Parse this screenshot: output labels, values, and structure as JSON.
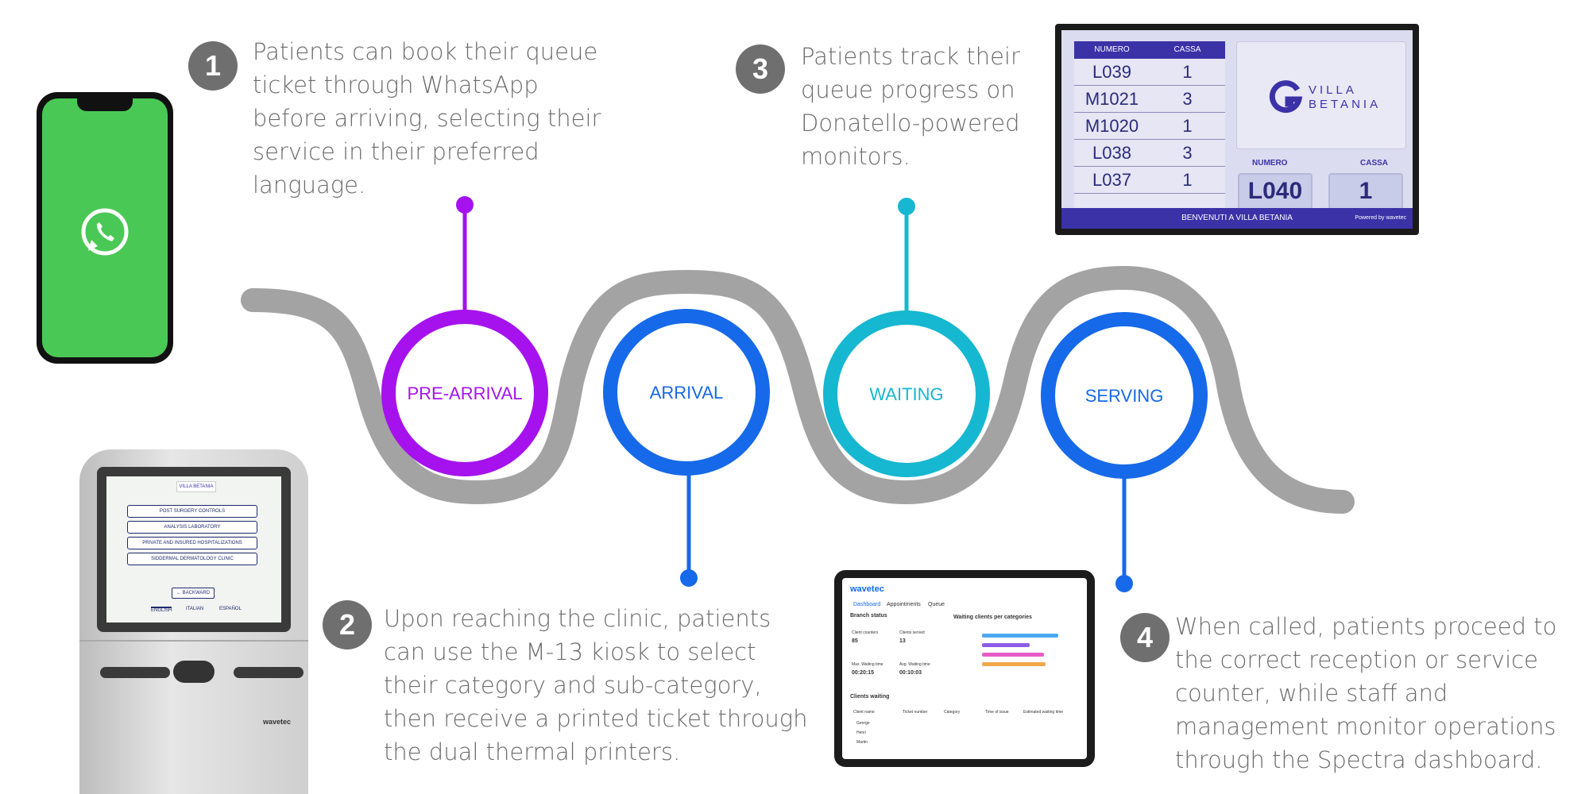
{
  "steps": [
    {
      "number": "1",
      "text": "Patients can book their queue ticket through WhatsApp before arriving, selecting their service in their preferred language."
    },
    {
      "number": "2",
      "text": "Upon reaching the clinic, patients can use the M-13 kiosk to select their category and sub-category, then receive a printed ticket through the dual thermal printers."
    },
    {
      "number": "3",
      "text": "Patients track their queue progress on Donatello-powered monitors."
    },
    {
      "number": "4",
      "text": "When called, patients proceed to the correct reception or service counter, while staff and management monitor operations through the Spectra dashboard."
    }
  ],
  "stages": [
    {
      "label": "PRE-ARRIVAL",
      "color": "#a512ee"
    },
    {
      "label": "ARRIVAL",
      "color": "#1669e8"
    },
    {
      "label": "WAITING",
      "color": "#16b7d0"
    },
    {
      "label": "SERVING",
      "color": "#1669e8"
    }
  ],
  "colors": {
    "path": "#a3a3a3",
    "badge": "#6f6f6f",
    "text": "#6b6b6b"
  },
  "phone": {
    "icon": "whatsapp-icon"
  },
  "monitor": {
    "head": [
      "NUMERO",
      "CASSA"
    ],
    "rows": [
      [
        "L039",
        "1"
      ],
      [
        "M1021",
        "3"
      ],
      [
        "M1020",
        "1"
      ],
      [
        "L038",
        "3"
      ],
      [
        "L037",
        "1"
      ]
    ],
    "brand_line1": "VILLA",
    "brand_line2": "BETANIA",
    "current_numero_label": "NUMERO",
    "current_cassa_label": "CASSA",
    "current_numero": "L040",
    "current_cassa": "1",
    "footer": "BENVENUTI A VILLA BETANIA",
    "powered": "Powered by wavetec"
  },
  "kiosk": {
    "brand": "VILLA BETANIA",
    "options": [
      "POST SURGERY CONTROLS",
      "ANALYSIS LABORATORY",
      "PRIVATE AND INSURED HOSPITALIZATIONS",
      "SIDDERMAL DERMATOLOGY CLINIC"
    ],
    "back": "BACKWARD",
    "languages": [
      "ENGLISH",
      "ITALIAN",
      "ESPAÑOL"
    ],
    "maker": "wavetec"
  },
  "tablet": {
    "brand": "wavetec",
    "tabs": [
      "Dashboard",
      "Appointments",
      "Queue"
    ],
    "branch_status": "Branch status",
    "waiting_title": "Waiting clients per categories",
    "metrics": [
      {
        "label": "Client counters",
        "value": "85"
      },
      {
        "label": "Clients served",
        "value": "13"
      },
      {
        "label": "Max. Waiting time",
        "value": "00:20:15"
      },
      {
        "label": "Avg. Waiting time",
        "value": "00:10:03"
      }
    ],
    "clients_waiting": "Clients waiting",
    "table_headers": [
      "Client name",
      "Ticket number",
      "Category",
      "Time of issue",
      "Estimated waiting time"
    ],
    "rows": [
      "George",
      "Henri",
      "Martin"
    ]
  }
}
